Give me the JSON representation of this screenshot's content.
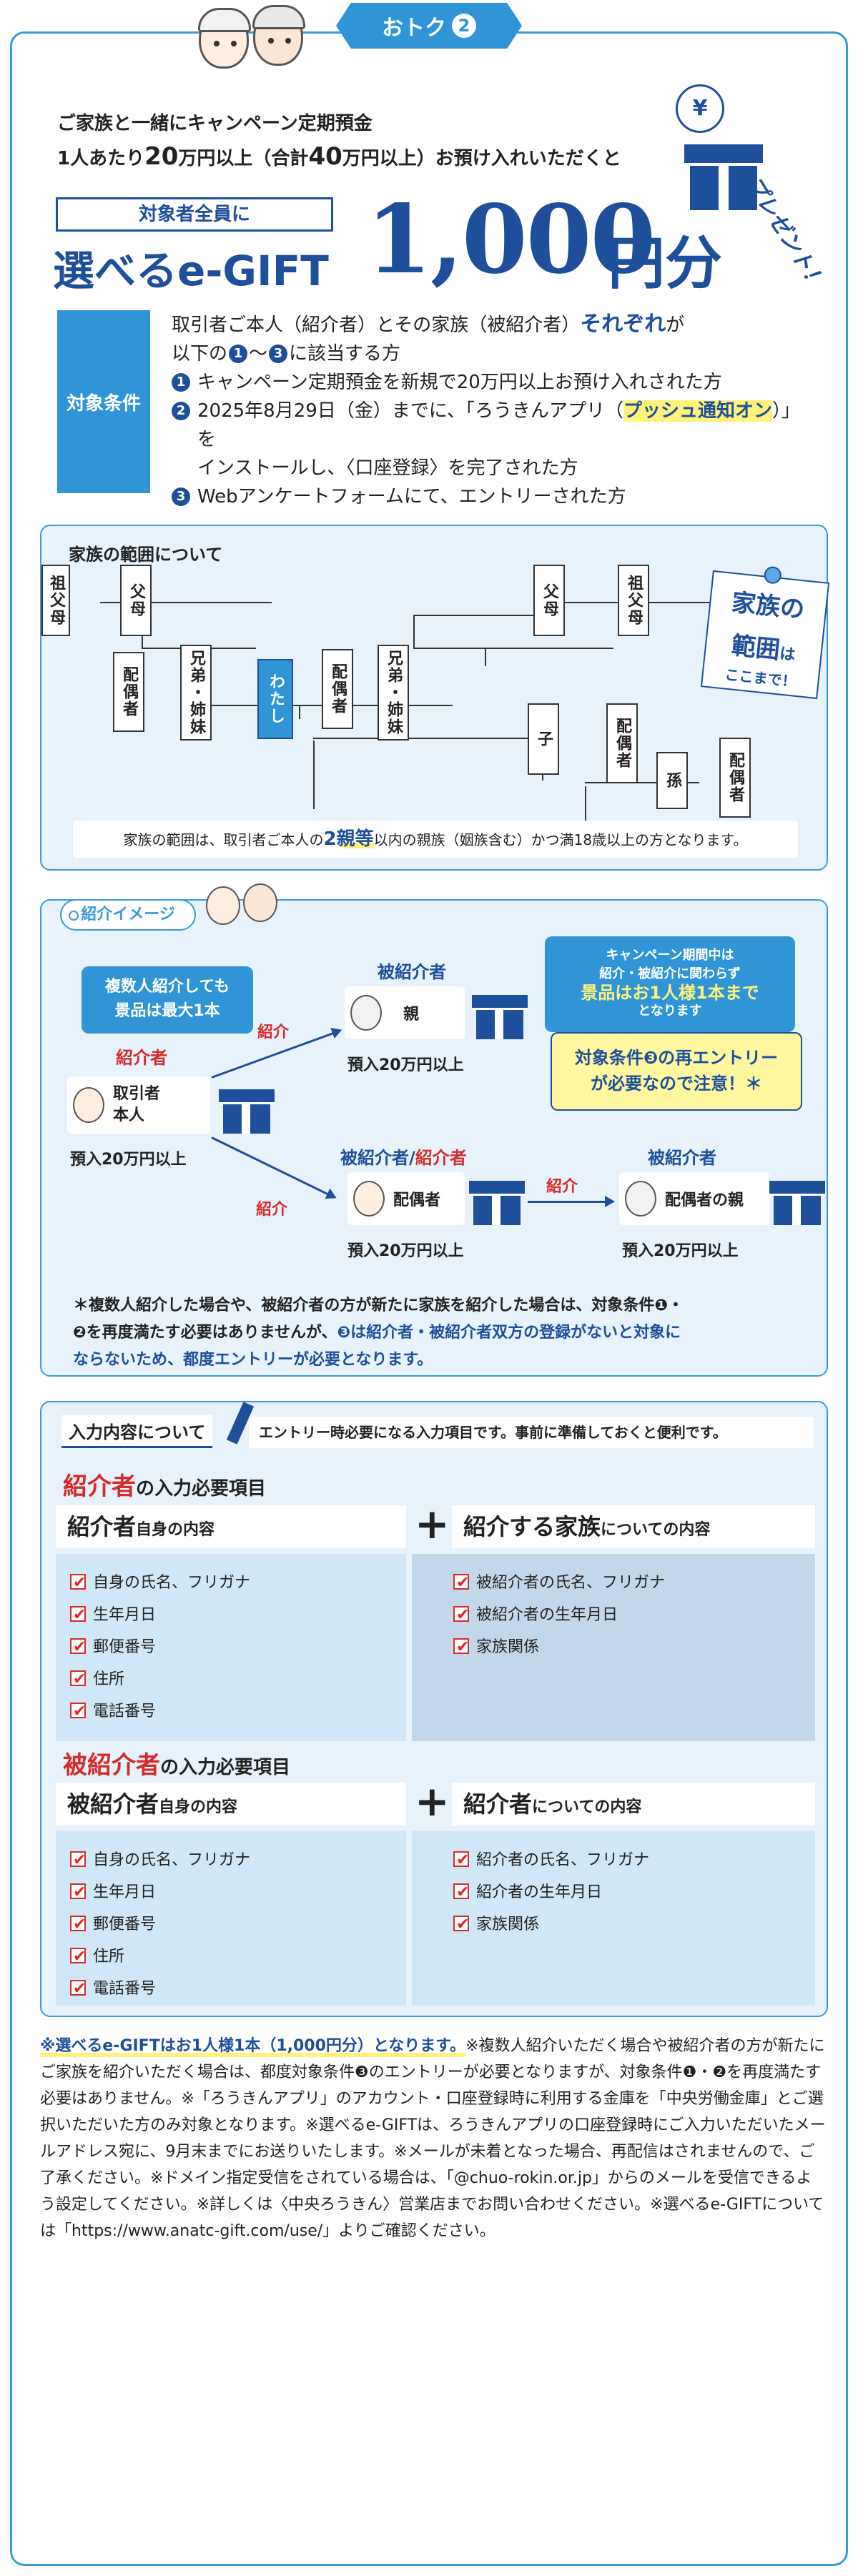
{
  "header": {
    "badge_label": "おトク",
    "badge_num": "2"
  },
  "intro": {
    "line1": "ご家族と一緒にキャンペーン定期預金",
    "line2_a": "1人あたり",
    "line2_b": "20",
    "line2_c": "万円以上（合計",
    "line2_d": "40",
    "line2_e": "万円以上）お預け入れいただくと"
  },
  "prize": {
    "coin": "¥",
    "present": "プレゼント！",
    "target": "対象者全員に",
    "egift": "選べるe-GIFT",
    "amount": "1,000",
    "unit": "円分"
  },
  "conditions": {
    "label": "対象条件",
    "lead_a": "取引者ご本人（紹介者）とその家族（被紹介者）",
    "lead_emph": "それぞれ",
    "lead_b": "が",
    "lead_c": "以下の",
    "lead_n1": "1",
    "lead_mid": "～",
    "lead_n3": "3",
    "lead_d": "に該当する方",
    "items": [
      {
        "num": "1",
        "a": "キャンペーン定期預金を新規で20万円以上お預け入れされた方",
        "hl": "",
        "b": "",
        "c": ""
      },
      {
        "num": "2",
        "a": "2025年8月29日（金）までに、「ろうきんアプリ（",
        "hl": "プッシュ通知オン",
        "b": "）」を",
        "c": "インストールし、〈口座登録〉を完了された方"
      },
      {
        "num": "3",
        "a": "Webアンケートフォームにて、エントリーされた方",
        "hl": "",
        "b": "",
        "c": ""
      }
    ]
  },
  "family": {
    "title": "家族の範囲について",
    "boxes": [
      "祖父母",
      "父母",
      "配偶者",
      "兄弟・姉妹",
      "わたし",
      "配偶者",
      "兄弟・姉妹",
      "父母",
      "祖父母",
      "子",
      "配偶者",
      "孫",
      "配偶者"
    ],
    "note": {
      "l1": "家族の",
      "l2": "範囲",
      "l2b": "は",
      "l3": "ここまで！"
    },
    "foot_a": "家族の範囲は、取引者ご本人の",
    "foot_emph": "2親等",
    "foot_b": "以内の親族（姻族含む）かつ満18歳以上の方となります。"
  },
  "intro_image": {
    "tag": "紹介イメージ",
    "bubble1": {
      "l1": "複数人紹介しても",
      "l2": "景品は最大1本"
    },
    "bubble2": {
      "l1": "キャンペーン期間中は",
      "l2": "紹介・被紹介に関わらず",
      "l3": "景品はお1人様1本まで",
      "l4": "となります"
    },
    "bubble3": {
      "l1": "対象条件❸の再エントリー",
      "l2": "が必要なので注意！＊"
    },
    "referrer_role": "紹介者",
    "referrer_name_1": "取引者",
    "referrer_name_2": "本人",
    "referrer_amount": "預入20万円以上",
    "intro_word": "紹介",
    "referee_role": "被紹介者",
    "parent_name": "親",
    "parent_amount": "預入20万円以上",
    "both_role_a": "被紹介者/",
    "both_role_b": "紹介者",
    "spouse_name": "配偶者",
    "spouse_amount": "預入20万円以上",
    "referee2_role": "被紹介者",
    "spouse_parent_name": "配偶者の親",
    "spouse_parent_amount": "預入20万円以上",
    "note_a": "＊複数人紹介した場合や、被紹介者の方が新たに家族を紹介した場合は、対象条件❶・",
    "note_b": "❷を再度満たす必要はありませんが、",
    "note_c": "❸は紹介者・被紹介者双方の登録がないと対象に",
    "note_d": "ならないため、都度エントリーが必要となります。"
  },
  "input": {
    "head": "入力内容について",
    "sub": "エントリー時必要になる入力項目です。事前に準備しておくと便利です。",
    "sec1": {
      "title_a": "紹介者",
      "title_b": "の入力必要項目",
      "left_a": "紹介者",
      "left_b": "自身の内容",
      "right_a": "紹介する家族",
      "right_b": "についての内容",
      "left_items": [
        "自身の氏名、フリガナ",
        "生年月日",
        "郵便番号",
        "住所",
        "電話番号"
      ],
      "right_items": [
        "被紹介者の氏名、フリガナ",
        "被紹介者の生年月日",
        "家族関係"
      ]
    },
    "sec2": {
      "title_a": "被紹介者",
      "title_b": "の入力必要項目",
      "left_a": "被紹介者",
      "left_b": "自身の内容",
      "right_a": "紹介者",
      "right_b": "についての内容",
      "left_items": [
        "自身の氏名、フリガナ",
        "生年月日",
        "郵便番号",
        "住所",
        "電話番号"
      ],
      "right_items": [
        "紹介者の氏名、フリガナ",
        "紹介者の生年月日",
        "家族関係"
      ]
    },
    "plus": "+"
  },
  "footnote": {
    "em": "※選べるe-GIFTはお1人様1本（1,000円分）となります。",
    "rest": "※複数人紹介いただく場合や被紹介者の方が新たにご家族を紹介いただく場合は、都度対象条件❸のエントリーが必要となりますが、対象条件❶・❷を再度満たす必要はありません。※「ろうきんアプリ」のアカウント・口座登録時に利用する金庫を「中央労働金庫」とご選択いただいた方のみ対象となります。※選べるe-GIFTは、ろうきんアプリの口座登録時にご入力いただいたメールアドレス宛に、9月末までにお送りいたします。※メールが未着となった場合、再配信はされませんので、ご了承ください。※ドメイン指定受信をされている場合は、「@chuo-rokin.or.jp」からのメールを受信できるよう設定してください。※詳しくは〈中央ろうきん〉営業店までお問い合わせください。※選べるe-GIFTについては「https://www.anatc-gift.com/use/」よりご確認ください。"
  }
}
